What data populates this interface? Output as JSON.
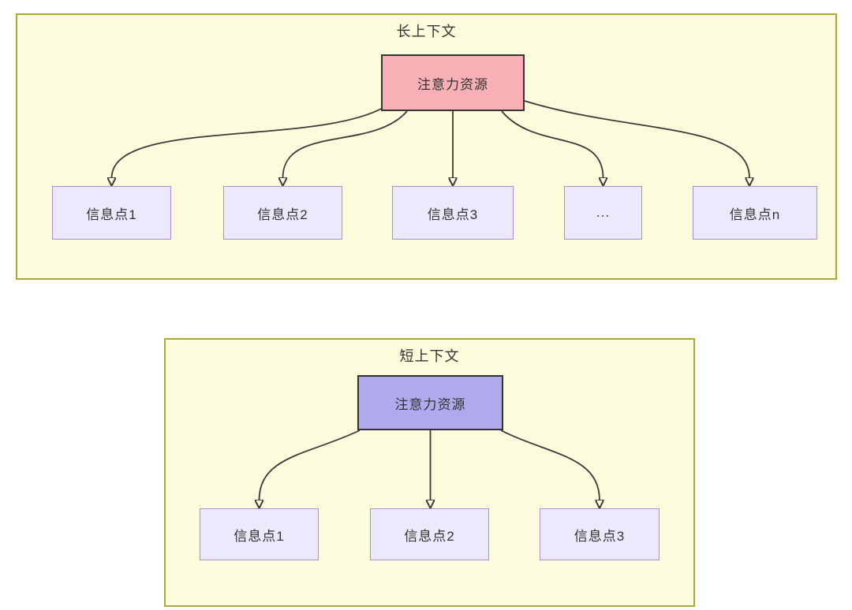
{
  "diagram": {
    "long_context": {
      "title": "长上下文",
      "attention_label": "注意力资源",
      "info_points": [
        {
          "label": "信息点1"
        },
        {
          "label": "信息点2"
        },
        {
          "label": "信息点3"
        },
        {
          "label": "..."
        },
        {
          "label": "信息点n"
        }
      ]
    },
    "short_context": {
      "title": "短上下文",
      "attention_label": "注意力资源",
      "info_points": [
        {
          "label": "信息点1"
        },
        {
          "label": "信息点2"
        },
        {
          "label": "信息点3"
        }
      ]
    }
  },
  "colors": {
    "canvas_bg": "#ffffff",
    "container_fill": "#fcfcdc",
    "container_border": "#a9a939",
    "attention_long_fill": "#f9b0b5",
    "attention_short_fill": "#aeaaec",
    "attention_border": "#333333",
    "info_fill": "#ebe9fb",
    "info_border": "#a98fd6",
    "arrow": "#3a3a3a",
    "text": "#333333"
  }
}
